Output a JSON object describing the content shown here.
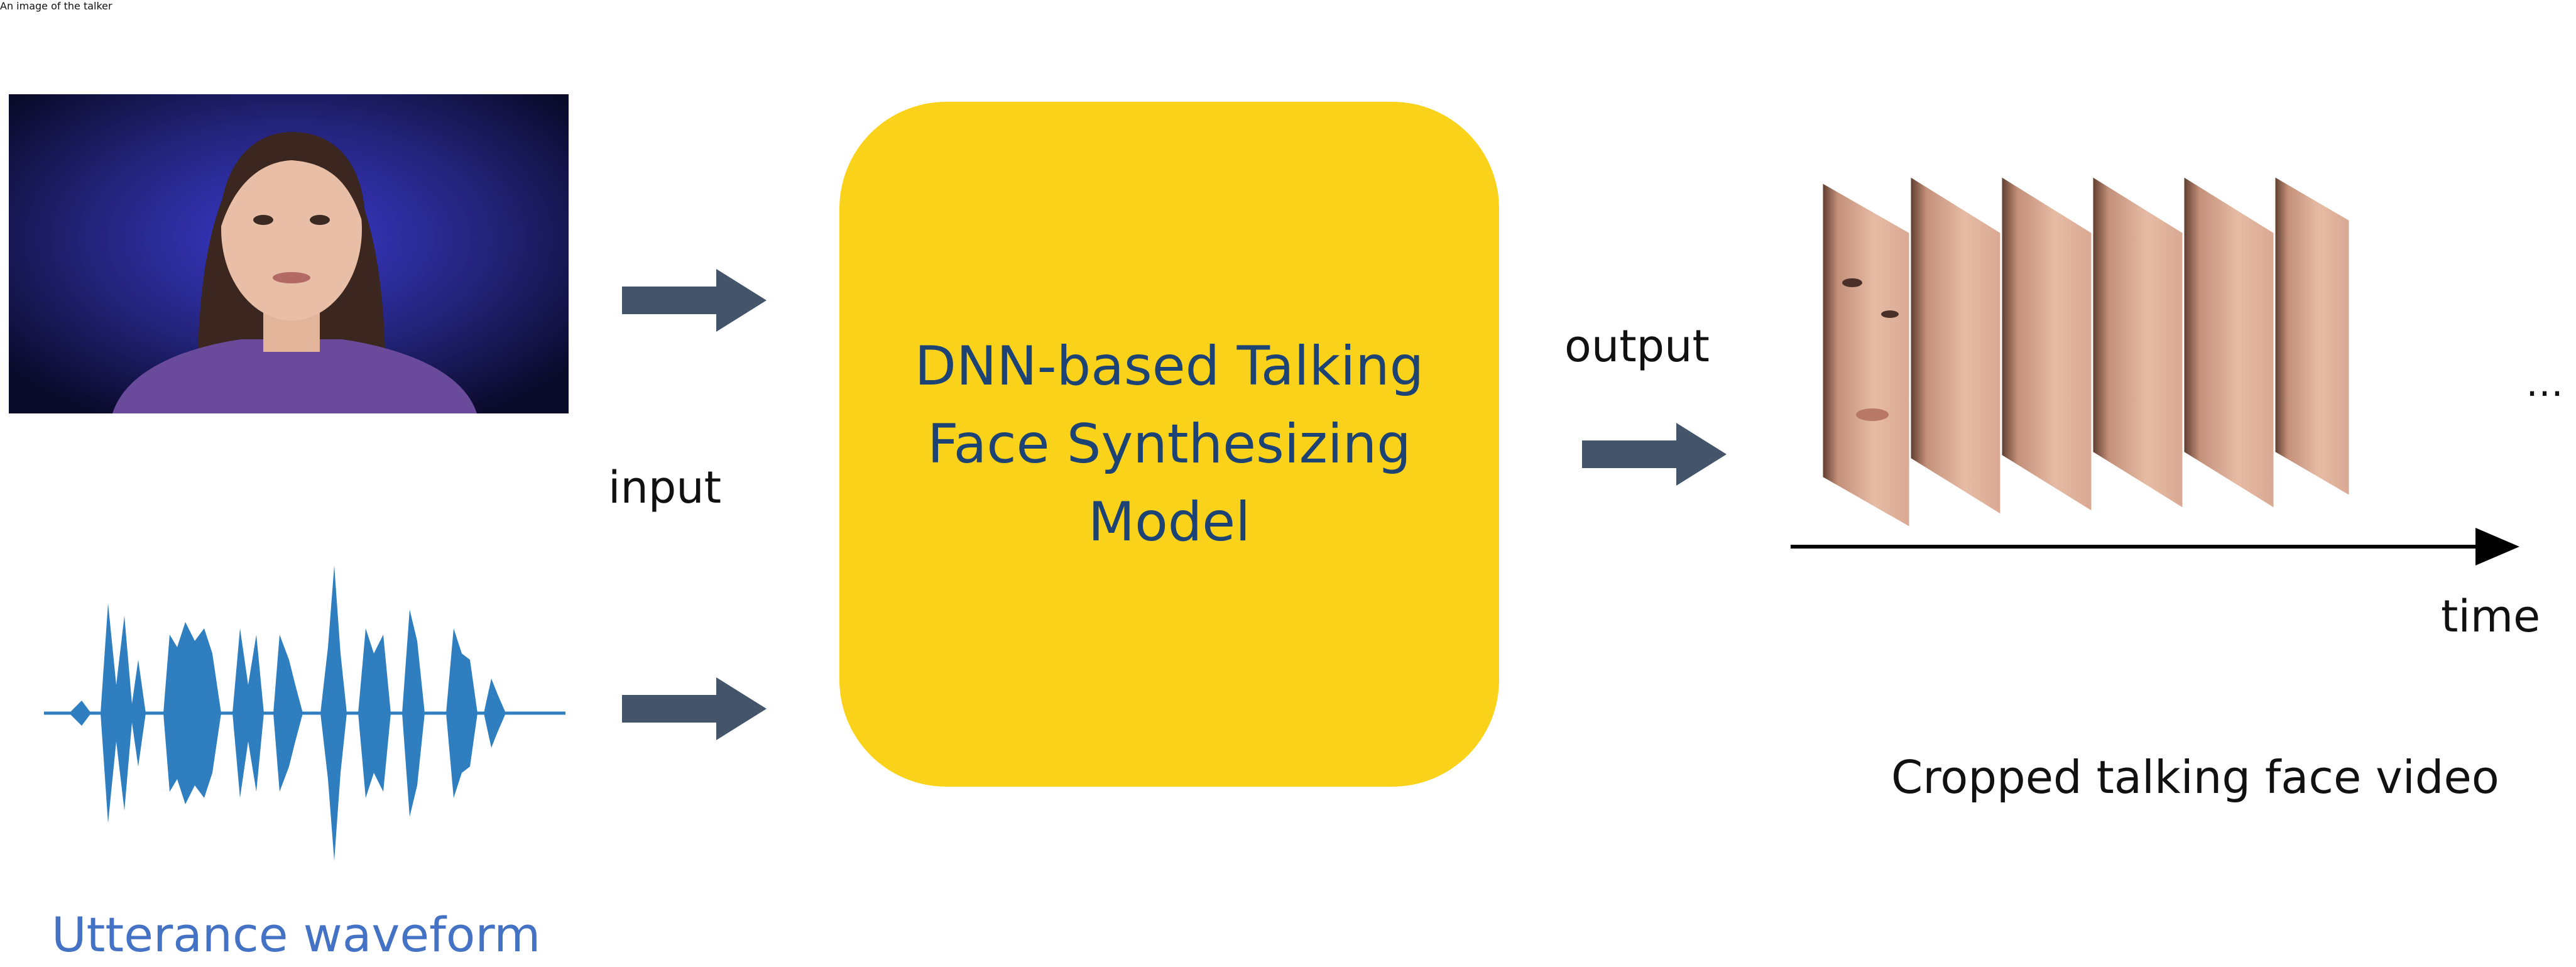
{
  "talker": {
    "title": "An image of the talker"
  },
  "input": {
    "label": "input"
  },
  "waveform": {
    "label": "Utterance waveform"
  },
  "model": {
    "label": "DNN-based Talking\nFace Synthesizing\nModel"
  },
  "output": {
    "label": "output"
  },
  "video": {
    "ellipsis": "…",
    "axis_label": "time",
    "caption": "Cropped talking face video"
  },
  "colors": {
    "model_fill": "#fbd21a",
    "model_text": "#1d4274",
    "arrow": "#44546a",
    "waveform": "#2f7fc0",
    "waveform_label": "#4472c4",
    "photo_bg": "#2a2a8c",
    "shirt": "#6a4a9a",
    "skin": "#e8bfa6",
    "hair": "#3b2620"
  }
}
